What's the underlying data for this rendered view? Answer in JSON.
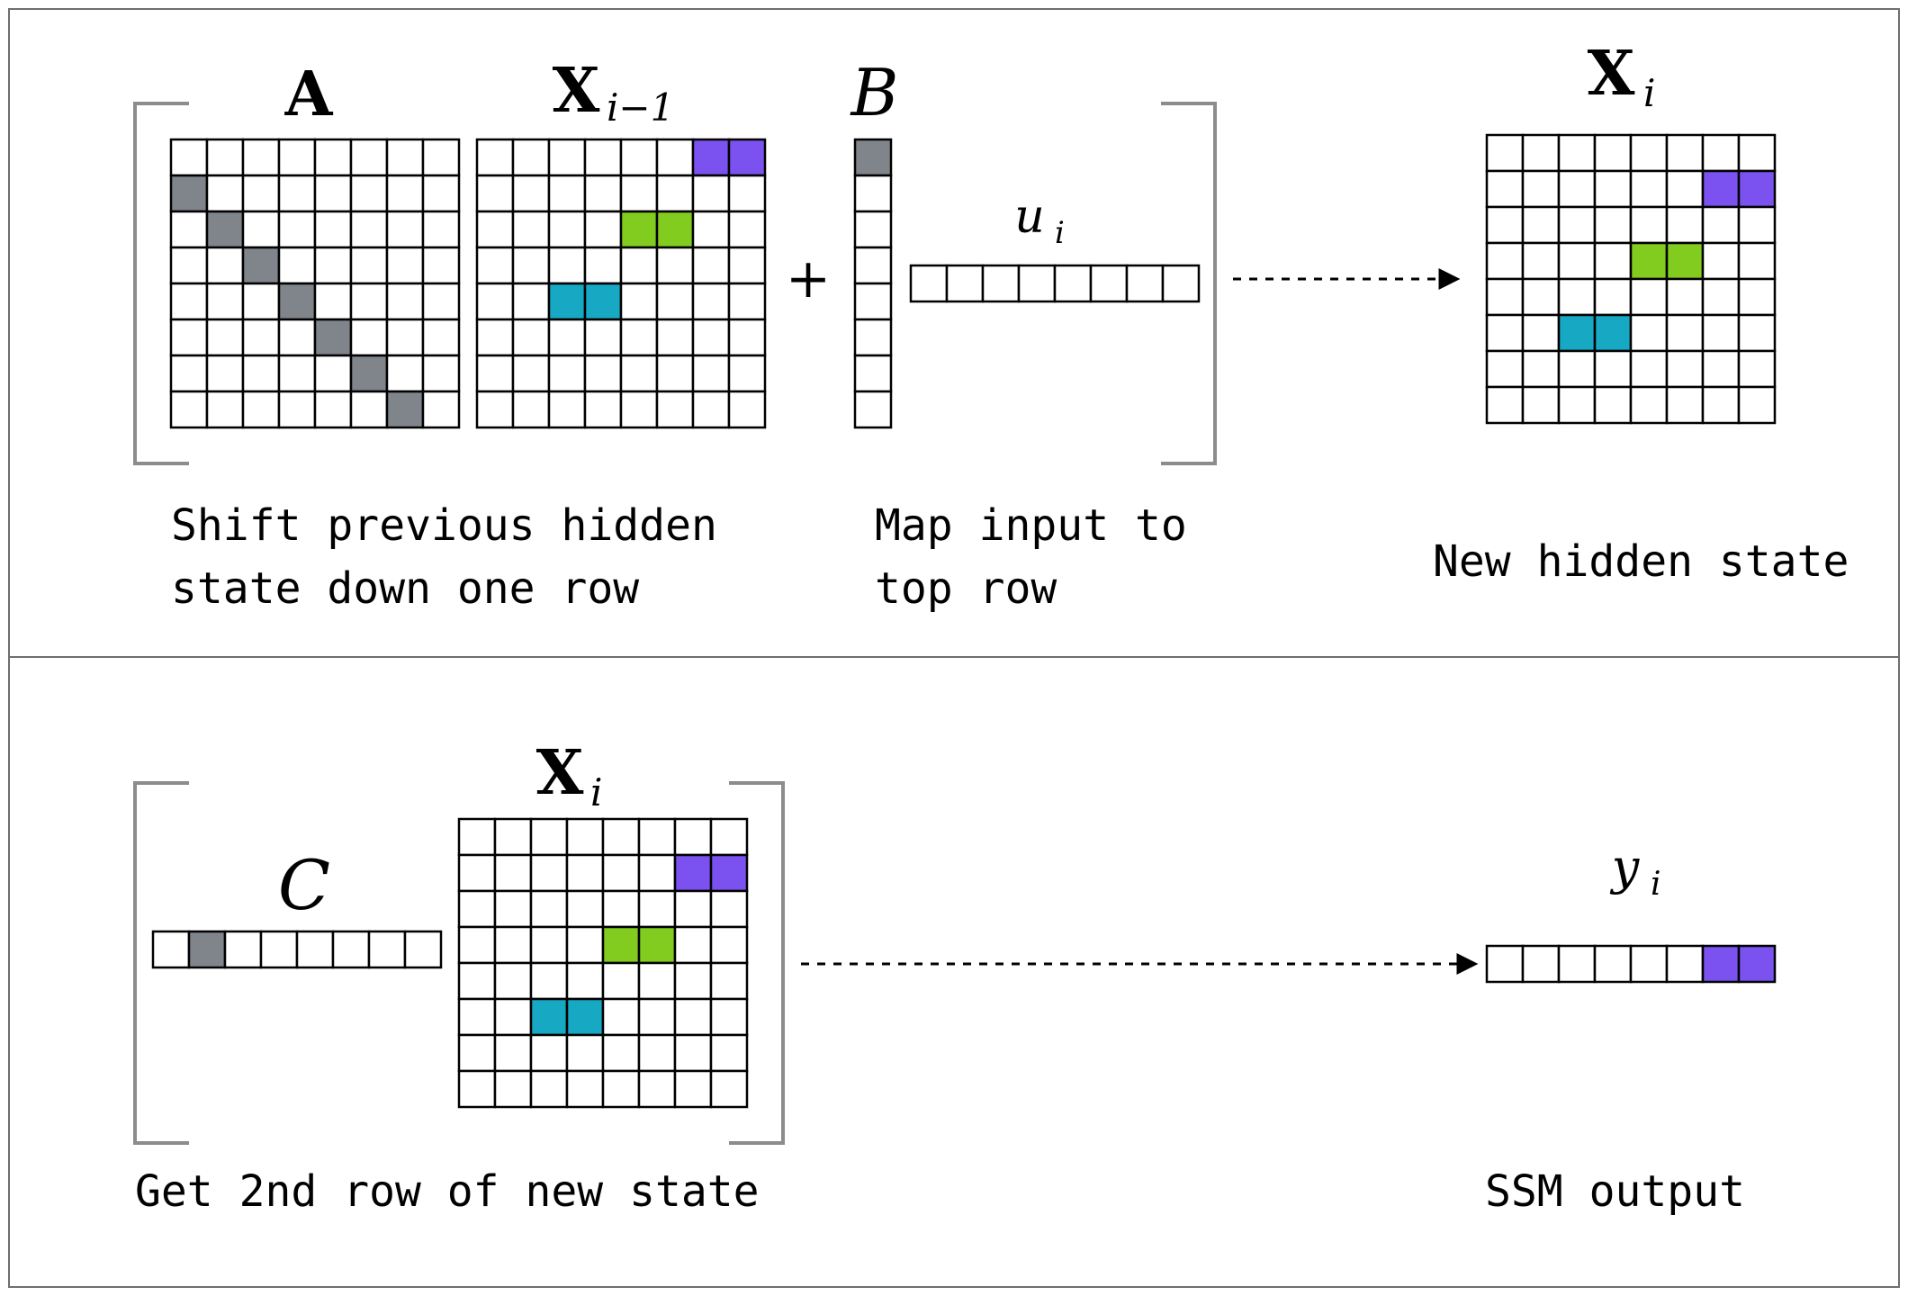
{
  "colors": {
    "gray": "#80858b",
    "purple": "#7b52ef",
    "green": "#82cc1f",
    "teal": "#17a8c4",
    "grid": "#000000",
    "bracket": "#8c8c8c",
    "panel_border": "#6f6f6f"
  },
  "top_panel": {
    "matrix_a": {
      "label": "A",
      "rows": 8,
      "cols": 8,
      "highlight": "gray",
      "pattern": "subdiagonal"
    },
    "matrix_x_prev": {
      "label": "X",
      "subscript": "i−1",
      "rows": 8,
      "cols": 8
    },
    "plus": "+",
    "vector_b": {
      "label": "B",
      "rows": 8,
      "cols": 1,
      "filled_index": 0
    },
    "vector_u": {
      "label": "u",
      "subscript": "i",
      "length": 8
    },
    "matrix_x_new": {
      "label": "X",
      "subscript": "i",
      "rows": 8,
      "cols": 8
    },
    "captions": {
      "shift_line1": "Shift previous hidden",
      "shift_line2": "state down one row",
      "map_line1": "Map input to",
      "map_line2": "top row",
      "new_state": "New hidden state"
    }
  },
  "bottom_panel": {
    "vector_c": {
      "label": "C",
      "length": 8,
      "filled_index": 1
    },
    "matrix_x": {
      "label": "X",
      "subscript": "i",
      "rows": 8,
      "cols": 8
    },
    "vector_y": {
      "label": "y",
      "subscript": "i",
      "length": 8,
      "filled": [
        {
          "index": 6,
          "color": "purple"
        },
        {
          "index": 7,
          "color": "purple"
        }
      ]
    },
    "captions": {
      "get_row": "Get 2nd row of new state",
      "output": "SSM output"
    }
  },
  "state_pattern": {
    "prev": [
      {
        "row": 0,
        "col": 6,
        "color": "purple"
      },
      {
        "row": 0,
        "col": 7,
        "color": "purple"
      },
      {
        "row": 2,
        "col": 4,
        "color": "green"
      },
      {
        "row": 2,
        "col": 5,
        "color": "green"
      },
      {
        "row": 4,
        "col": 2,
        "color": "teal"
      },
      {
        "row": 4,
        "col": 3,
        "color": "teal"
      }
    ],
    "new": [
      {
        "row": 1,
        "col": 6,
        "color": "purple"
      },
      {
        "row": 1,
        "col": 7,
        "color": "purple"
      },
      {
        "row": 3,
        "col": 4,
        "color": "green"
      },
      {
        "row": 3,
        "col": 5,
        "color": "green"
      },
      {
        "row": 5,
        "col": 2,
        "color": "teal"
      },
      {
        "row": 5,
        "col": 3,
        "color": "teal"
      }
    ]
  }
}
